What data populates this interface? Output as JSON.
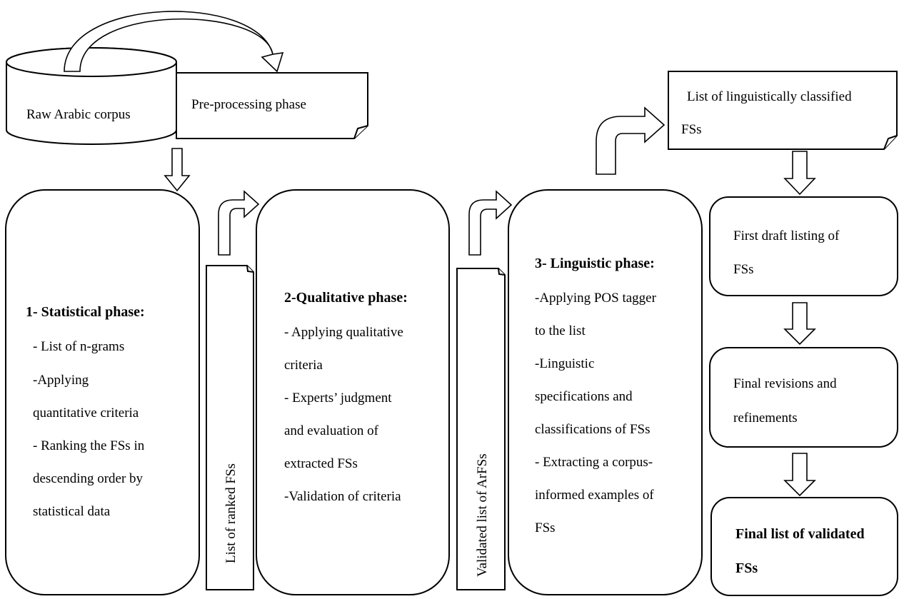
{
  "corpus": {
    "label": "Raw Arabic corpus"
  },
  "preprocessing": {
    "label": "Pre-processing phase"
  },
  "classified_list": {
    "lines": [
      "List of linguistically classified",
      "FSs"
    ]
  },
  "phase1": {
    "title": "1- Statistical phase:",
    "lines": [
      "- List of n-grams",
      "-Applying",
      "quantitative criteria",
      "- Ranking the FSs in",
      "descending order by",
      "statistical data"
    ]
  },
  "ranked_list": {
    "label": "List of ranked FSs"
  },
  "phase2": {
    "title": "2-Qualitative phase:",
    "lines": [
      "- Applying qualitative",
      "criteria",
      "- Experts’ judgment",
      "and evaluation of",
      "extracted FSs",
      "-Validation of criteria"
    ]
  },
  "validated_arfss": {
    "label": "Validated list of ArFSs"
  },
  "phase3": {
    "title": "3- Linguistic phase:",
    "lines": [
      "-Applying POS tagger",
      "to the list",
      "-Linguistic",
      "specifications and",
      "classifications of FSs",
      "- Extracting a corpus-",
      "informed examples of",
      "FSs"
    ]
  },
  "draft": {
    "lines": [
      "First draft listing of",
      "FSs"
    ]
  },
  "revisions": {
    "lines": [
      "Final revisions and",
      "refinements"
    ]
  },
  "final": {
    "lines": [
      "Final list of validated",
      "FSs"
    ]
  }
}
